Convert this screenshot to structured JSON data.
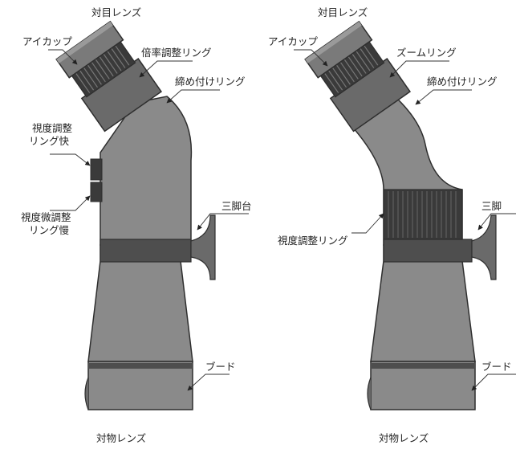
{
  "colors": {
    "body": "#8a8a8a",
    "dark": "#5f5f5f",
    "band": "#4e4e4e",
    "outline": "#2e2e2e",
    "grip": "#3a3a3a",
    "background": "#ffffff"
  },
  "left_scope": {
    "eyepiece_top": "対目レンズ",
    "eyecup": "アイカップ",
    "magnification_ring": "倍率調整リング",
    "locking_ring": "締め付けリング",
    "diopter_fast": [
      "視度調整",
      "リング快"
    ],
    "diopter_slow": [
      "視度微調整",
      "リング慢"
    ],
    "tripod": "三脚台",
    "hood": "ブード",
    "objective": "対物レンズ"
  },
  "right_scope": {
    "eyepiece_top": "対目レンズ",
    "eyecup": "アイカップ",
    "zoom_ring": "ズームリング",
    "locking_ring": "締め付けリング",
    "diopter": "視度調整リング",
    "tripod": "三脚",
    "hood": "ブード",
    "objective": "対物レンズ"
  }
}
